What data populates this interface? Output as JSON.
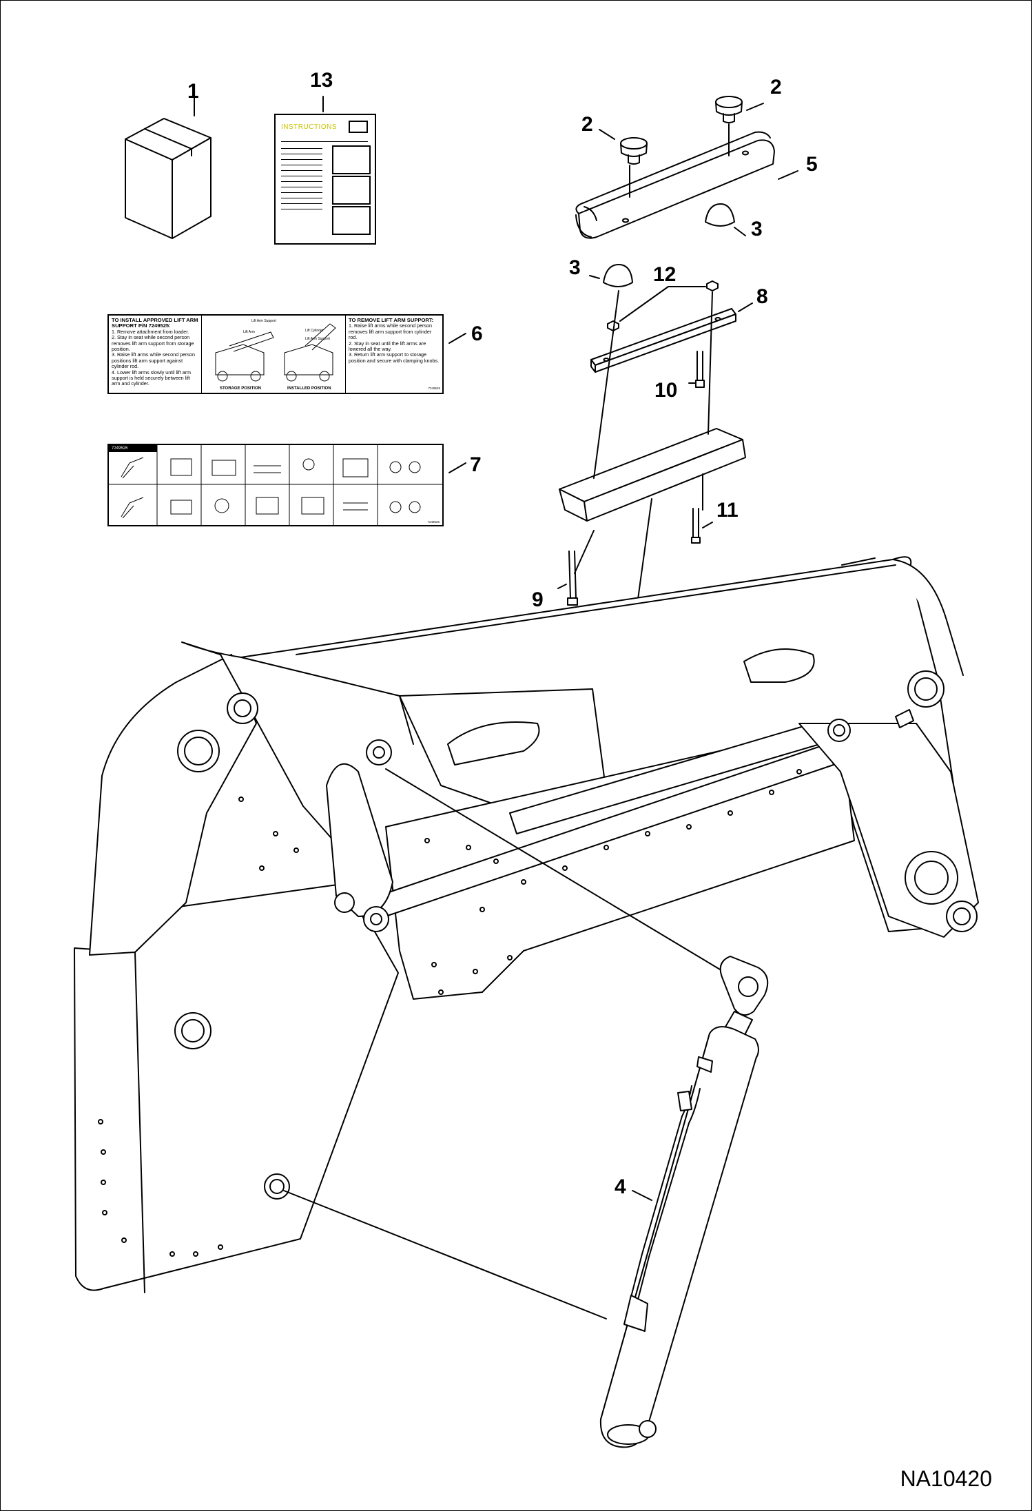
{
  "diagram": {
    "callouts": [
      {
        "id": "c1",
        "text": "1"
      },
      {
        "id": "c13",
        "text": "13"
      },
      {
        "id": "c2a",
        "text": "2"
      },
      {
        "id": "c2b",
        "text": "2"
      },
      {
        "id": "c5",
        "text": "5"
      },
      {
        "id": "c3a",
        "text": "3"
      },
      {
        "id": "c3b",
        "text": "3"
      },
      {
        "id": "c12",
        "text": "12"
      },
      {
        "id": "c8",
        "text": "8"
      },
      {
        "id": "c6",
        "text": "6"
      },
      {
        "id": "c10",
        "text": "10"
      },
      {
        "id": "c7",
        "text": "7"
      },
      {
        "id": "c11",
        "text": "11"
      },
      {
        "id": "c9",
        "text": "9"
      },
      {
        "id": "c4",
        "text": "4"
      }
    ],
    "drawing_number": "NA10420"
  },
  "booklet": {
    "title": "INSTRUCTIONS"
  },
  "decal_install": {
    "heading": "TO INSTALL APPROVED LIFT ARM SUPPORT P/N 7249525:",
    "steps": [
      "1. Remove attachment from loader.",
      "2. Stay in seat while second person removes lift arm support from storage position.",
      "3. Raise lift arms while second person positions lift arm support against cylinder rod.",
      "4. Lower lift arms slowly until lift arm support is held securely between lift arm and cylinder."
    ],
    "labels": [
      "Lift Arm Support",
      "Lift Cylinder",
      "Lift Arm",
      "Lift Arm Support"
    ],
    "caption_storage": "STORAGE POSITION",
    "caption_installed": "INSTALLED POSITION",
    "remove_heading": "TO REMOVE LIFT ARM SUPPORT:",
    "remove_steps": [
      "1. Raise lift arms while second person removes lift arm support from cylinder rod.",
      "2. Stay in seat until the lift arms are lowered all the way.",
      "3. Return lift arm support to storage position and secure with clamping knobs."
    ],
    "footer": "7249525"
  },
  "decal_pictorial": {
    "header_code": "7249526"
  }
}
